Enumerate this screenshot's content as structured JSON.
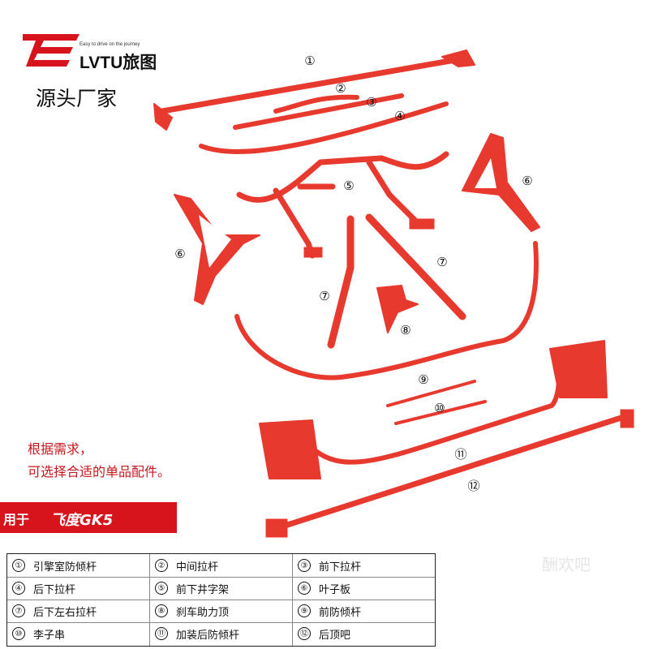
{
  "brand": {
    "tagline": "Easy to drive on the journey",
    "name": "LVTU旅图",
    "logo_color": "#d7141c"
  },
  "source_label": "源头厂家",
  "note": {
    "line1": "根据需求，",
    "line2": "可选择合适的单品配件。"
  },
  "model_banner": {
    "prefix": "用于",
    "model": "飞度GK5",
    "color": "#d7141c"
  },
  "watermark": "酬欢吧",
  "part_color": "#e8392e",
  "callouts": [
    "①",
    "②",
    "③",
    "④",
    "⑤",
    "⑥",
    "⑥",
    "⑦",
    "⑦",
    "⑧",
    "⑨",
    "⑩",
    "⑪",
    "⑫"
  ],
  "legend": [
    {
      "num": "①",
      "label": "引擎室防倾杆"
    },
    {
      "num": "②",
      "label": "中间拉杆"
    },
    {
      "num": "③",
      "label": "前下拉杆"
    },
    {
      "num": "④",
      "label": "后下拉杆"
    },
    {
      "num": "⑤",
      "label": "前下井字架"
    },
    {
      "num": "⑥",
      "label": "叶子板"
    },
    {
      "num": "⑦",
      "label": "后下左右拉杆"
    },
    {
      "num": "⑧",
      "label": "刹车助力顶"
    },
    {
      "num": "⑨",
      "label": "前防倾杆"
    },
    {
      "num": "⑩",
      "label": "李子串"
    },
    {
      "num": "⑪",
      "label": "加装后防倾杆"
    },
    {
      "num": "⑫",
      "label": "后顶吧"
    }
  ]
}
